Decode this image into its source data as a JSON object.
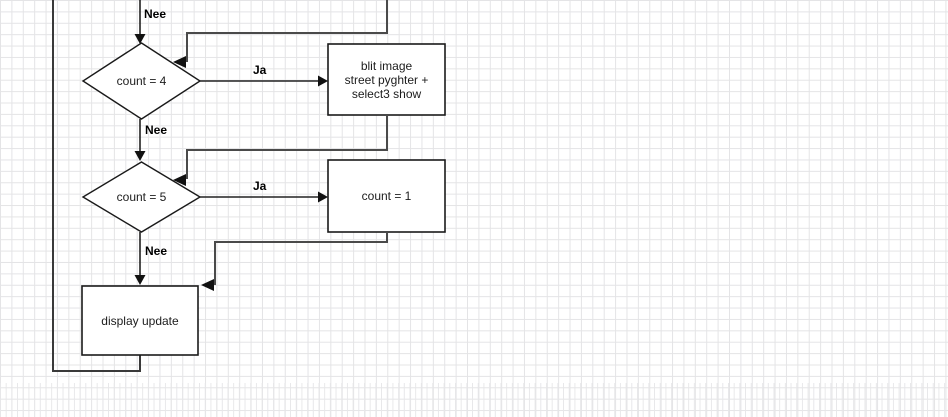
{
  "canvas": {
    "background_color": "#ffffff",
    "grid_color": "#e4e4e6",
    "connector_color": "#4a4a4a",
    "shape_border_color": "#1a1a1a",
    "shape_fill_color": "#ffffff",
    "text_color": "#1c1c1c"
  },
  "flowchart": {
    "nodes": {
      "decision_count4": {
        "label": "count = 4"
      },
      "decision_count5": {
        "label": "count = 5"
      },
      "process_blit": {
        "lines": [
          "blit image",
          "street pyghter +",
          "select3 show"
        ]
      },
      "process_count1": {
        "label": "count = 1"
      },
      "process_display_update": {
        "label": "display update"
      }
    },
    "edge_labels": {
      "nee_top": "Nee",
      "ja_count4": "Ja",
      "nee_count4": "Nee",
      "ja_count5": "Ja",
      "nee_count5": "Nee"
    }
  }
}
